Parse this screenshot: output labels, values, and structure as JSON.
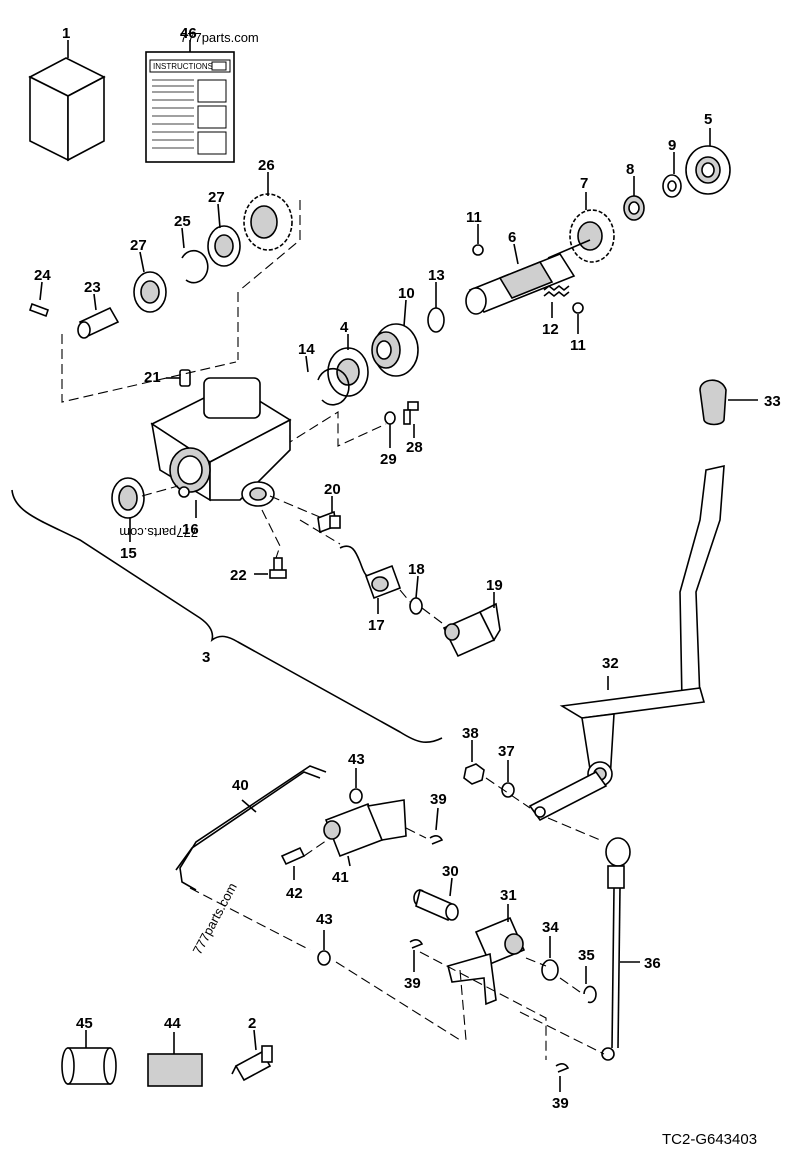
{
  "callouts": {
    "c1": "1",
    "c2": "2",
    "c3": "3",
    "c4": "4",
    "c5": "5",
    "c6": "6",
    "c7": "7",
    "c8": "8",
    "c9": "9",
    "c10": "10",
    "c11a": "11",
    "c11b": "11",
    "c12": "12",
    "c13": "13",
    "c14": "14",
    "c15": "15",
    "c16": "16",
    "c17": "17",
    "c18": "18",
    "c19": "19",
    "c20": "20",
    "c21": "21",
    "c22": "22",
    "c23": "23",
    "c24": "24",
    "c25": "25",
    "c26": "26",
    "c27a": "27",
    "c27b": "27",
    "c28": "28",
    "c29": "29",
    "c30": "30",
    "c31": "31",
    "c32": "32",
    "c33": "33",
    "c34": "34",
    "c35": "35",
    "c36": "36",
    "c37": "37",
    "c38": "38",
    "c39a": "39",
    "c39b": "39",
    "c39c": "39",
    "c40": "40",
    "c41": "41",
    "c42": "42",
    "c43a": "43",
    "c43b": "43",
    "c44": "44",
    "c45": "45",
    "c46": "46"
  },
  "manual": {
    "heading": "INSTRUCTIONS"
  },
  "watermarks": {
    "w1": "777parts.com",
    "w2": "777parts.com",
    "w3": "777parts.com"
  },
  "figure_code": "TC2-G643403"
}
